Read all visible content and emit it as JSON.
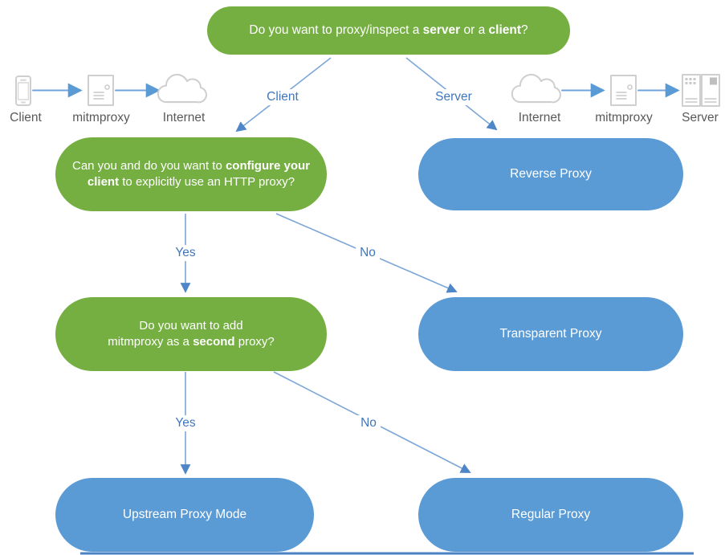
{
  "diagram": {
    "title": "mitmproxy mode decision flowchart",
    "colors": {
      "question_fill": "#75af42",
      "result_fill": "#5b9bd5",
      "box_text": "#ffffff",
      "connector_line": "#7ca6d8",
      "arrowhead": "#4f86c8",
      "edge_label_text": "#3f76bf",
      "icon_stroke": "#cfcfcf",
      "icon_caption_text": "#595959",
      "bottom_line": "#4a82c4"
    },
    "nodes": {
      "q_root": {
        "segments": [
          {
            "t": "Do you want to proxy/inspect a "
          },
          {
            "t": "server",
            "b": true
          },
          {
            "t": " or a "
          },
          {
            "t": "client",
            "b": true
          },
          {
            "t": "?"
          }
        ]
      },
      "q_configure": {
        "segments": [
          {
            "t": "Can you and do you want to "
          },
          {
            "t": "configure your\nclient",
            "b": true
          },
          {
            "t": " to explicitly use an HTTP proxy?"
          }
        ]
      },
      "q_second": {
        "segments": [
          {
            "t": "Do you want to add\nmitmproxy as a "
          },
          {
            "t": "second",
            "b": true
          },
          {
            "t": " proxy?"
          }
        ]
      },
      "reverse_proxy": {
        "label": "Reverse Proxy"
      },
      "transparent_proxy": {
        "label": "Transparent Proxy"
      },
      "upstream_proxy": {
        "label": "Upstream Proxy Mode"
      },
      "regular_proxy": {
        "label": "Regular Proxy"
      }
    },
    "edge_labels": {
      "client": "Client",
      "server": "Server",
      "yes1": "Yes",
      "no1": "No",
      "yes2": "Yes",
      "no2": "No"
    },
    "icon_flows": {
      "client_side": {
        "items": [
          {
            "icon": "smartphone-icon",
            "caption": "Client"
          },
          {
            "icon": "proxy-server-icon",
            "caption": "mitmproxy"
          },
          {
            "icon": "cloud-icon",
            "caption": "Internet"
          }
        ]
      },
      "server_side": {
        "items": [
          {
            "icon": "cloud-icon",
            "caption": "Internet"
          },
          {
            "icon": "proxy-server-icon",
            "caption": "mitmproxy"
          },
          {
            "icon": "server-rack-icon",
            "caption": "Server"
          }
        ]
      }
    }
  }
}
